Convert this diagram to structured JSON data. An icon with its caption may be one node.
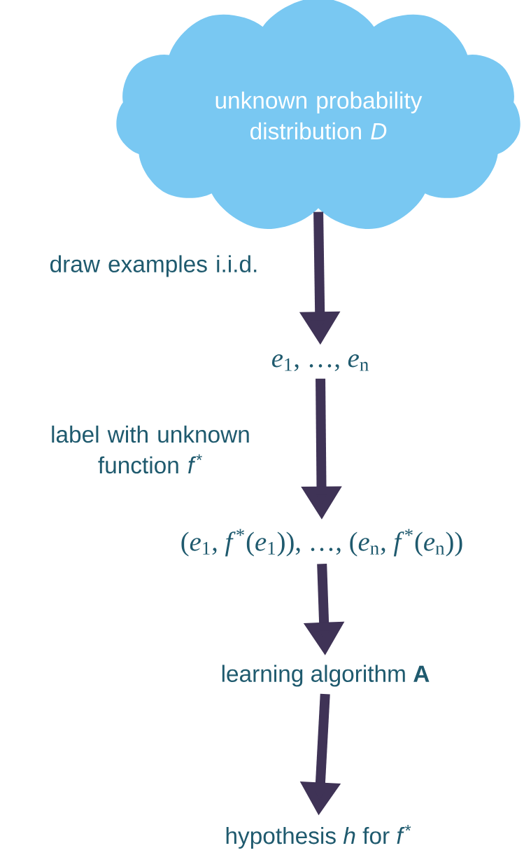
{
  "diagram": {
    "nodes": [
      {
        "text": [
          "unknown probability distribution *D*"
        ]
      },
      {
        "text": [
          "*e*$_{1}$, …, *e*$_{n}$"
        ]
      },
      {
        "text": [
          "(*e*$_{1}$, *f*$^{*}$(*e*$_{1}$)),  …, (*e*$_{n}$, *f*$^{*}$(*e*$_{n}$))"
        ]
      },
      {
        "text": [
          "learning algorithm **A**"
        ]
      },
      {
        "text": [
          "hypothesis *h* for *f*$^{*}$"
        ]
      }
    ],
    "edges": [
      {
        "from": 0,
        "to": 1,
        "arrow": "to",
        "label": "draw examples i.i.d."
      },
      {
        "from": 1,
        "to": 2,
        "arrow": "to",
        "label": "label with unknown function *f*$^{*}$"
      },
      {
        "from": 2,
        "to": 3,
        "arrow": "to"
      },
      {
        "from": 3,
        "to": 4,
        "arrow": "to"
      }
    ]
  }
}
